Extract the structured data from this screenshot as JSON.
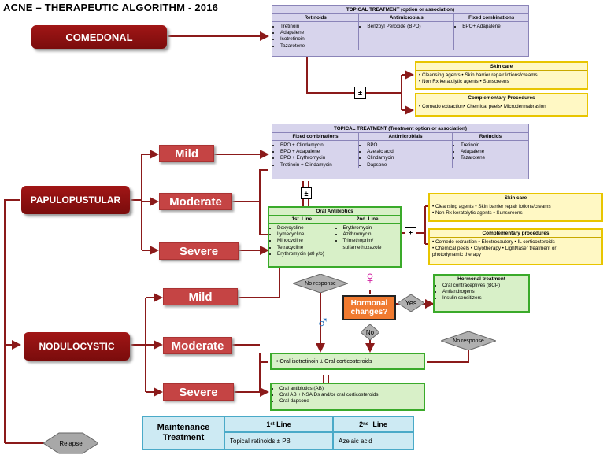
{
  "title": "ACNE – THERAPEUTIC  ALGORITHM -  2016",
  "left_boxes": {
    "comedonal": "COMEDONAL",
    "papulopustular": "PAPULOPUSTULAR",
    "nodulocystic": "NODULOCYSTIC",
    "relapse": "Relapse"
  },
  "severity": {
    "mild": "Mild",
    "moderate": "Moderate",
    "severe": "Severe"
  },
  "topical1": {
    "title": "TOPICAL TREATMENT (option or association)",
    "col_headers": [
      "Retinoids",
      "Antimicrobials",
      "Fixed combinations"
    ],
    "retinoids": [
      "Tretinoin",
      "Adapalene",
      "Isotretinoin",
      "Tazarotene"
    ],
    "antimicrobials": [
      "Benzoyl Peroxide (BPO)"
    ],
    "fixed": [
      "BPO+ Adapalene"
    ]
  },
  "skincare1": {
    "title": "Skin care",
    "lines": [
      "• Cleansing agents • Skin barrier repair lotions/creams",
      "• Non Rx keratolytic agents • Sunscreens"
    ]
  },
  "compl1": {
    "title": "Complementary Procedures",
    "lines": [
      "• Comedo extraction• Chemical peels• Microdermabrasion"
    ]
  },
  "topical2": {
    "title": "TOPICAL TREATMENT (Treatment option or association)",
    "col_headers": [
      "Fixed combinations",
      "Antimicrobials",
      "Retinoids"
    ],
    "fixed": [
      "BPO + Clindamycin",
      "BPO + Adapalene",
      "BPO + Erythromycin",
      "Tretinoin + Clindamycin"
    ],
    "antimicrobials": [
      "BPO",
      "Azelaic acid",
      "Clindamycin",
      "Dapsone"
    ],
    "retinoids": [
      "Tretinoin",
      "Adapalene",
      "Tazarotene"
    ]
  },
  "oral_ab": {
    "title": "Oral Antibiotics",
    "col_headers": [
      "1st. Line",
      "2nd. Line"
    ],
    "first": [
      "Doxycycline",
      "Lymecycline",
      "Minocycline",
      "Tetracycline",
      "Erythromycin (≤8 y/o)"
    ],
    "second": [
      "Erythromycin",
      "Azithromycin",
      "Trimethoprim/ sulfamethoxazole"
    ]
  },
  "skincare2": {
    "title": "Skin care",
    "lines": [
      "• Cleansing agents • Skin barrier repair lotions/creams",
      "• Non Rx keratolytic agents • Sunscreens"
    ]
  },
  "compl2": {
    "title": "Complementary procedures",
    "lines": [
      "• Comedo extraction • Electrocautery  • IL corticosteroids",
      "• Chemical peels • Cryotherapy • Light/laser treatment or",
      "  photodynamic therapy"
    ]
  },
  "hormonal": {
    "title": "Hormonal treatment",
    "items": [
      "Oral contraceptives (BCP)",
      "Antiandrogens",
      "Insulin sensitizers"
    ]
  },
  "hormonal_changes": "Hormonal changes?",
  "labels": {
    "yes": "Yes",
    "no": "No",
    "no_response": "No response",
    "plusminus": "±",
    "female": "♀",
    "male": "♂"
  },
  "isotretinoin": "•  Oral isotretinoin  ±  Oral corticosteroids",
  "oral_list": [
    "Oral antibiotics (AB)",
    "Oral AB + NSAIDs and/or oral corticosteroids",
    "Oral dapsone"
  ],
  "maintenance": {
    "label": "Maintenance Treatment",
    "first_line_n": "1",
    "first_line_sup": "st",
    "first_line_word": " Line",
    "second_line_n": "2",
    "second_line_sup": "nd",
    "second_line_word": "  Line",
    "first_value": "Topical retinoids ± PB",
    "second_value": "Azelaic acid"
  },
  "colors": {
    "dark_red": "#8b1010",
    "severity_red": "#c54444",
    "purple": "#d7d4ec",
    "yellow": "#fff8c4",
    "green": "#d8f0c8",
    "orange": "#f07a30",
    "blue": "#cdeaf3"
  }
}
